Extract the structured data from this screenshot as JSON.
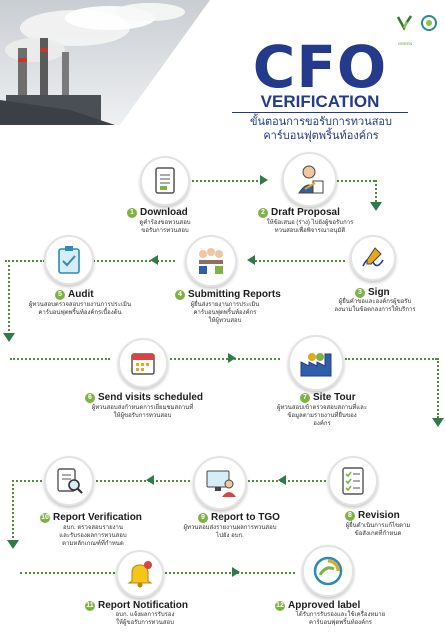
{
  "header": {
    "title": "CFO",
    "subtitle": "VERIFICATION",
    "thai_subtitle": [
      "ขั้นตอนการขอรับการทวนสอบ",
      "คาร์บอนฟุตพริ้นท์องค์กร"
    ],
    "logos": [
      {
        "name": "green-logo",
        "text": "GREEN"
      },
      {
        "name": "secondary-logo",
        "text": ""
      }
    ]
  },
  "steps": [
    {
      "number": "1",
      "title": "Download",
      "icon": "document-icon",
      "description": [
        "ดูคำร้องขอทวนสอบ",
        "ขอรับการทวนสอบ"
      ]
    },
    {
      "number": "2",
      "title": "Draft Proposal",
      "icon": "person-writing-icon",
      "description": [
        "ให้ข้อเสนอ (ร่าง) ไปยังผู้ขอรับการ",
        "ทวนสอบเพื่อพิจารณาอนุมัติ"
      ]
    },
    {
      "number": "3",
      "title": "Sign",
      "icon": "signature-icon",
      "description": [
        "ผู้ยื่นคำขอและองค์กรผู้ขอรับ",
        "ลงนามในข้อตกลงการให้บริการ"
      ]
    },
    {
      "number": "4",
      "title": "Submitting Reports",
      "icon": "meeting-icon",
      "description": [
        "ผู้ยื่นส่งรายงานการประเมิน",
        "คาร์บอนฟุตพริ้นท์องค์กร",
        "ให้ผู้ทวนสอบ"
      ]
    },
    {
      "number": "5",
      "title": "Audit",
      "icon": "clipboard-icon",
      "description": [
        "ผู้ทวนสอบตรวจสอบรายงานการประเมิน",
        "คาร์บอนฟุตพริ้นท์องค์กรเบื้องต้น"
      ]
    },
    {
      "number": "6",
      "title": "Send visits scheduled",
      "icon": "calendar-icon",
      "description": [
        "ผู้ทวนสอบส่งกำหนดการเยี่ยมชมสถานที่",
        "ให้ผู้ขอรับการทวนสอบ"
      ]
    },
    {
      "number": "7",
      "title": "Site Tour",
      "icon": "factory-icon",
      "description": [
        "ผู้ทวนสอบเข้าตรวจสอบสถานที่และ",
        "ข้อมูลตามรายงานที่ยื่นของ",
        "องค์กร"
      ]
    },
    {
      "number": "8",
      "title": "Revision",
      "icon": "checklist-icon",
      "description": [
        "ผู้ยื่นดำเนินการแก้ไขตาม",
        "ข้อสังเกตที่กำหนด"
      ]
    },
    {
      "number": "9",
      "title": "Report to TGO",
      "icon": "computer-user-icon",
      "description": [
        "ผู้ทวนสอบส่งรายงานผลการทวนสอบ",
        "ไปยัง อบก."
      ]
    },
    {
      "number": "10",
      "title": "Report Verification",
      "icon": "report-search-icon",
      "description": [
        "อบก. ตรวจสอบรายงาน",
        "และรับรองผลการทวนสอบ",
        "ตามหลักเกณฑ์ที่กำหนด"
      ]
    },
    {
      "number": "11",
      "title": "Report Notification",
      "icon": "bell-icon",
      "description": [
        "อบก. แจ้งผลการรับรอง",
        "ให้ผู้ขอรับการทวนสอบ"
      ]
    },
    {
      "number": "12",
      "title": "Approved label",
      "icon": "label-icon",
      "description": [
        "ได้รับการรับรองและใช้เครื่องหมาย",
        "คาร์บอนฟุตพริ้นท์องค์กร"
      ]
    }
  ],
  "colors": {
    "title_blue": "#233b8a",
    "step_green": "#7cb342",
    "arrow_green": "#2f7a4a",
    "flow_dots": "#4e8c3a"
  }
}
